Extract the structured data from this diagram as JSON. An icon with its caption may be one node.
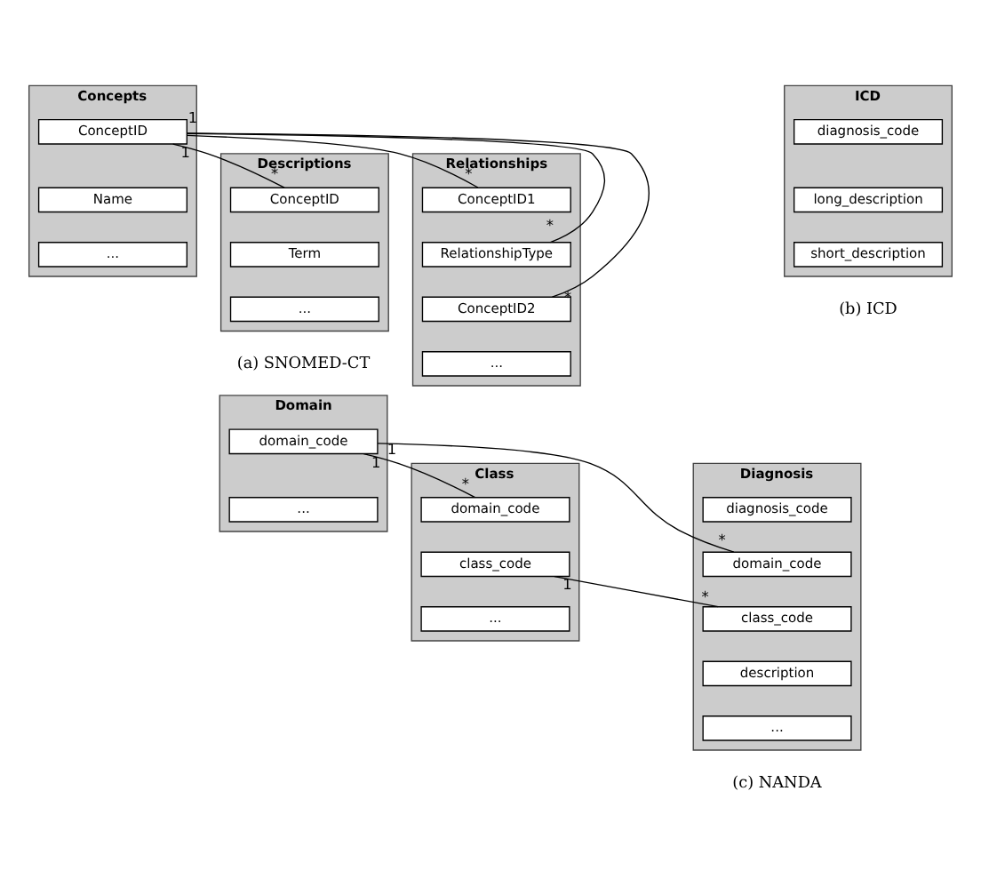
{
  "diagram": {
    "nodes": [
      {
        "text": [
          "Concepts"
        ]
      },
      {
        "text": [
          "ConceptID"
        ],
        "in": 0
      },
      {
        "text": [
          "Name"
        ],
        "in": 0
      },
      {
        "text": [
          "..."
        ],
        "in": 0
      },
      {
        "text": [
          "Descriptions"
        ]
      },
      {
        "text": [
          "ConceptID"
        ],
        "in": 4
      },
      {
        "text": [
          "Term"
        ],
        "in": 4
      },
      {
        "text": [
          "..."
        ],
        "in": 4
      },
      {
        "text": [
          "Relationships"
        ]
      },
      {
        "text": [
          "ConceptID1"
        ],
        "in": 8
      },
      {
        "text": [
          "RelationshipType"
        ],
        "in": 8
      },
      {
        "text": [
          "ConceptID2"
        ],
        "in": 8
      },
      {
        "text": [
          "..."
        ],
        "in": 8
      },
      {
        "text": [
          "ICD"
        ]
      },
      {
        "text": [
          "diagnosis_code"
        ],
        "in": 13
      },
      {
        "text": [
          "long_description"
        ],
        "in": 13
      },
      {
        "text": [
          "short_description"
        ],
        "in": 13
      },
      {
        "text": [
          "Domain"
        ]
      },
      {
        "text": [
          "domain_code"
        ],
        "in": 17
      },
      {
        "text": [
          "..."
        ],
        "in": 17
      },
      {
        "text": [
          "Class"
        ]
      },
      {
        "text": [
          "domain_code"
        ],
        "in": 20
      },
      {
        "text": [
          "class_code"
        ],
        "in": 20
      },
      {
        "text": [
          "..."
        ],
        "in": 20
      },
      {
        "text": [
          "Diagnosis"
        ]
      },
      {
        "text": [
          "diagnosis_code"
        ],
        "in": 24
      },
      {
        "text": [
          "domain_code"
        ],
        "in": 24
      },
      {
        "text": [
          "class_code"
        ],
        "in": 24
      },
      {
        "text": [
          "description"
        ],
        "in": 24
      },
      {
        "text": [
          "..."
        ],
        "in": 24
      }
    ],
    "edges": [
      {
        "from": 1,
        "to": 5,
        "arrow": "none"
      },
      {
        "from": 1,
        "to": 10,
        "arrow": "none"
      },
      {
        "from": 1,
        "to": 9,
        "arrow": "none"
      },
      {
        "from": 1,
        "to": 11,
        "arrow": "none"
      },
      {
        "from": 18,
        "to": 21,
        "arrow": "none"
      },
      {
        "from": 18,
        "to": 26,
        "arrow": "none"
      },
      {
        "from": 22,
        "to": 27,
        "arrow": "none"
      }
    ],
    "labels": [
      "1",
      "1",
      "*",
      "*",
      "*",
      "*",
      "(a) SNOMED-CT",
      "(b) ICD",
      "1",
      "1",
      "*",
      "1",
      "*",
      "*",
      "(c) NANDA"
    ]
  }
}
